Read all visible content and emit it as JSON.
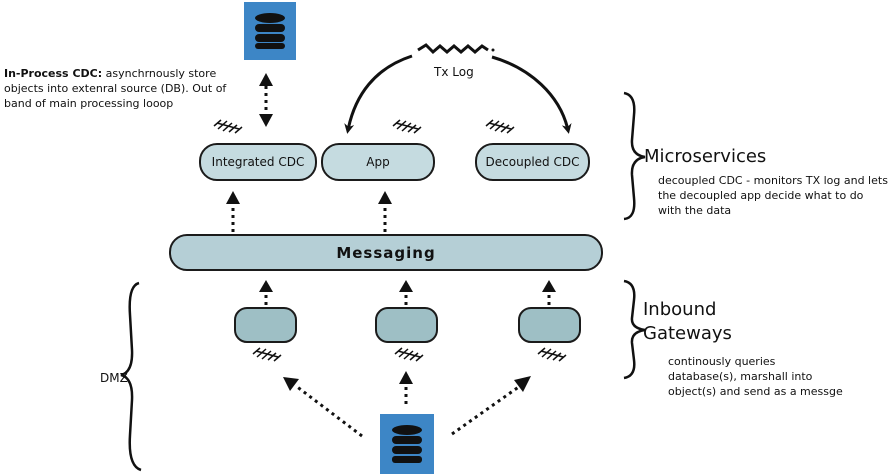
{
  "nodes": {
    "integrated_cdc": "Integrated CDC",
    "app": "App",
    "decoupled_cdc": "Decoupled CDC",
    "messaging": "Messaging",
    "tx_log": "Tx Log"
  },
  "sections": {
    "microservices": "Microservices",
    "inbound_gateways": "Inbound Gateways",
    "dmz": "DMZ"
  },
  "notes": {
    "in_process_title": "In-Process CDC:",
    "in_process_body": " asynchrnously store objects into extenral source (DB). Out of band of main processing looop",
    "decoupled": "decoupled CDC - monitors TX log and lets the decoupled app decide what to do with the data",
    "gateways": "continously queries database(s), marshall into object(s) and send as a messge"
  },
  "colors": {
    "database": "#3d86c6",
    "service_fill": "#c5dbe0",
    "gateway_fill": "#9ebfc5",
    "bus_fill": "#b5cfd6"
  },
  "icons": [
    "database-icon",
    "brace-icon",
    "hatch-icon"
  ]
}
